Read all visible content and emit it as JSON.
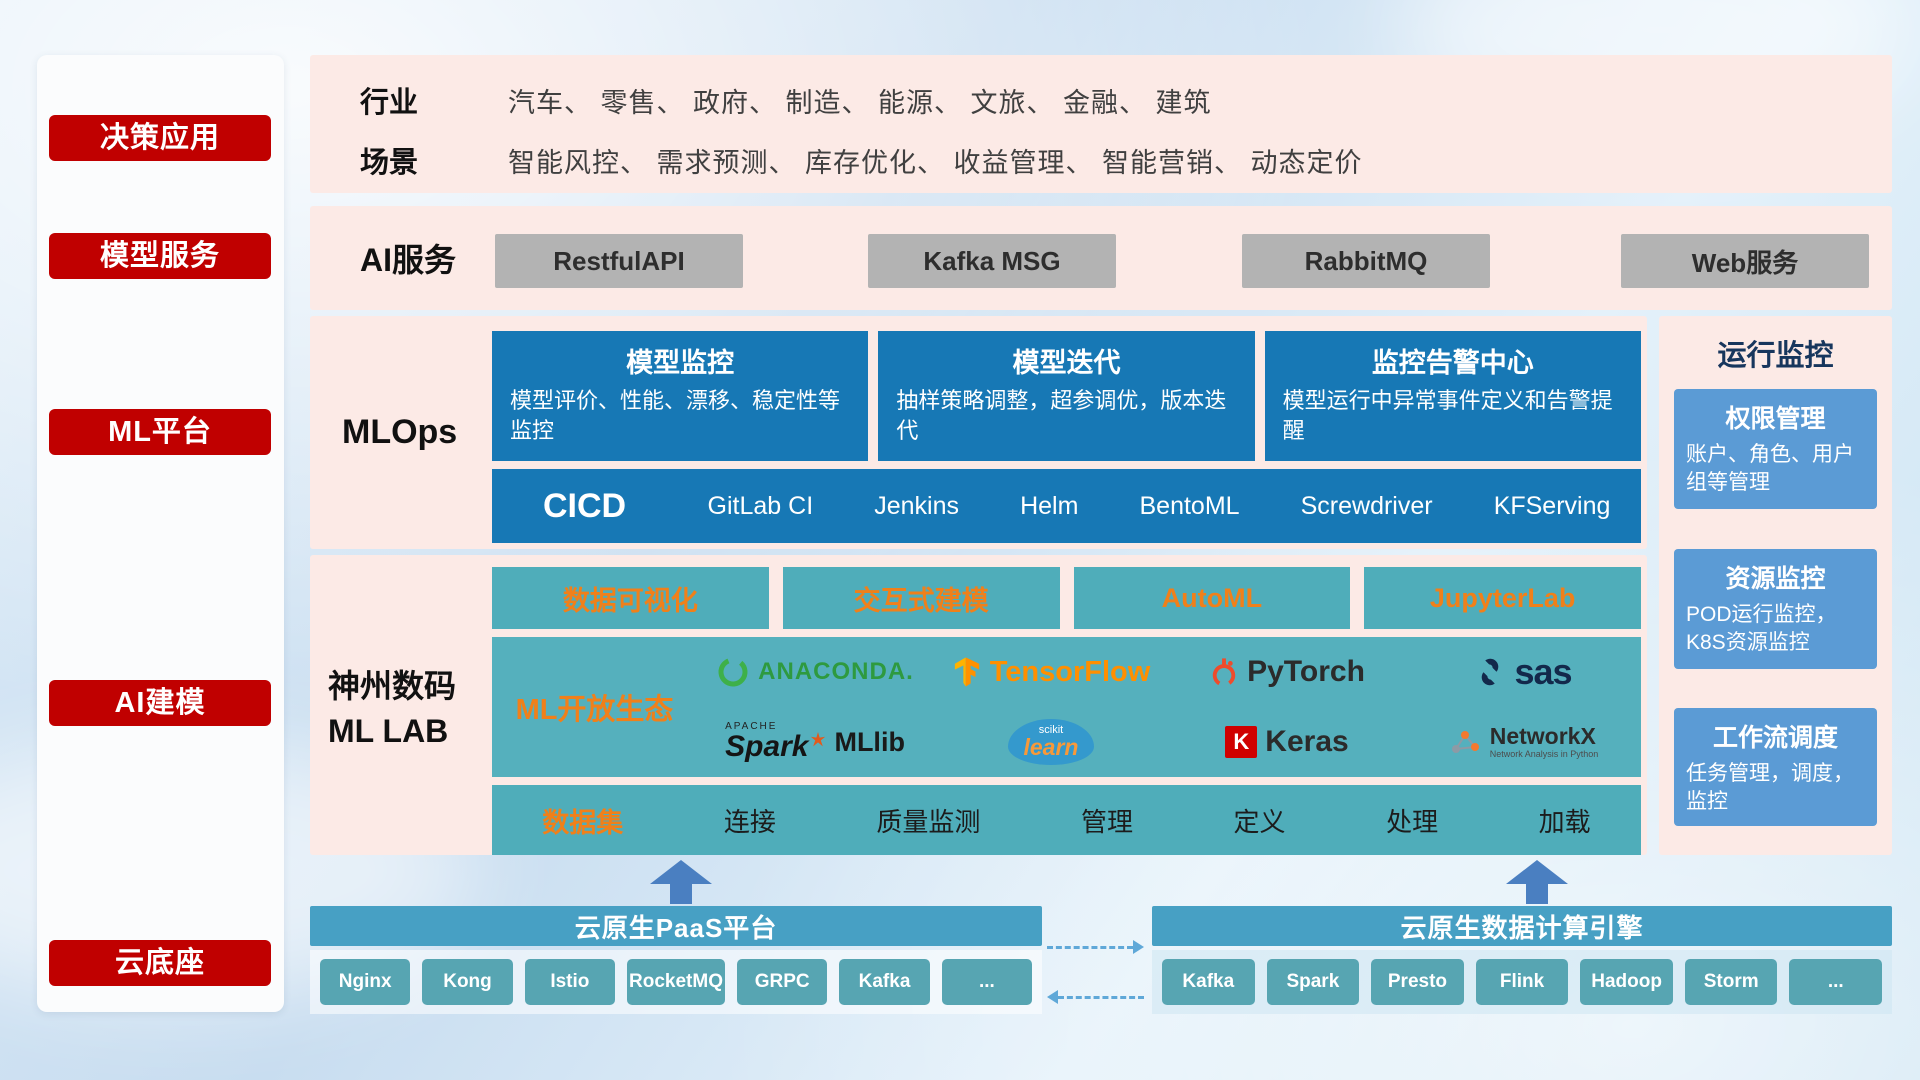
{
  "sidebar": {
    "items": [
      {
        "label": "决策应用"
      },
      {
        "label": "模型服务"
      },
      {
        "label": "ML平台"
      },
      {
        "label": "AI建模"
      },
      {
        "label": "云底座"
      }
    ]
  },
  "apps": {
    "industry_label": "行业",
    "industry_value": "汽车、 零售、 政府、 制造、 能源、 文旅、 金融、 建筑",
    "scene_label": "场景",
    "scene_value": "智能风控、 需求预测、 库存优化、 收益管理、 智能营销、 动态定价"
  },
  "ai_service": {
    "label": "AI服务",
    "buttons": [
      "RestfulAPI",
      "Kafka MSG",
      "RabbitMQ",
      "Web服务"
    ]
  },
  "mlops": {
    "label": "MLOps",
    "cards": [
      {
        "title": "模型监控",
        "desc": "模型评价、性能、漂移、稳定性等监控"
      },
      {
        "title": "模型迭代",
        "desc": "抽样策略调整，超参调优，版本迭代"
      },
      {
        "title": "监控告警中心",
        "desc": "模型运行中异常事件定义和告警提醒"
      }
    ],
    "cicd": {
      "label": "CICD",
      "items": [
        "GitLab CI",
        "Jenkins",
        "Helm",
        "BentoML",
        "Screwdriver",
        "KFServing"
      ]
    }
  },
  "mllab": {
    "title_line1": "神州数码",
    "title_line2": "ML LAB",
    "tools": [
      "数据可视化",
      "交互式建模",
      "AutoML",
      "JupyterLab"
    ],
    "ecosystem": {
      "label": "ML开放生态",
      "logos": [
        {
          "name": "anaconda",
          "label": "ANACONDA."
        },
        {
          "name": "tensorflow",
          "label": "TensorFlow"
        },
        {
          "name": "pytorch",
          "label": "PyTorch"
        },
        {
          "name": "sas",
          "label": "sas"
        },
        {
          "name": "spark-mllib",
          "top": "APACHE",
          "label": "Spark",
          "suffix": "MLlib"
        },
        {
          "name": "scikit-learn",
          "top": "scikit",
          "label": "learn"
        },
        {
          "name": "keras",
          "icon_letter": "K",
          "label": "Keras"
        },
        {
          "name": "networkx",
          "label": "NetworkX",
          "sub": "Network Analysis in Python"
        }
      ]
    },
    "dataset": {
      "label": "数据集",
      "items": [
        "连接",
        "质量监测",
        "管理",
        "定义",
        "处理",
        "加载"
      ]
    }
  },
  "monitoring": {
    "title": "运行监控",
    "cards": [
      {
        "title": "权限管理",
        "desc": "账户、角色、用户组等管理"
      },
      {
        "title": "资源监控",
        "desc": "POD运行监控，K8S资源监控"
      },
      {
        "title": "工作流调度",
        "desc": "任务管理，调度，监控"
      }
    ]
  },
  "bottom": {
    "paas": {
      "title": "云原生PaaS平台",
      "items": [
        "Nginx",
        "Kong",
        "Istio",
        "RocketMQ",
        "GRPC",
        "Kafka",
        "..."
      ]
    },
    "compute": {
      "title": "云原生数据计算引擎",
      "items": [
        "Kafka",
        "Spark",
        "Presto",
        "Flink",
        "Hadoop",
        "Storm",
        "..."
      ]
    }
  },
  "colors": {
    "accent_red": "#c00000",
    "primary_blue": "#1778b5",
    "teal": "#4fadba",
    "orange": "#f0801a",
    "light_blue": "#5b9bd5",
    "header_blue": "#47a0c4",
    "chip_teal": "#57a5b2",
    "panel_pink": "#fceae6"
  }
}
